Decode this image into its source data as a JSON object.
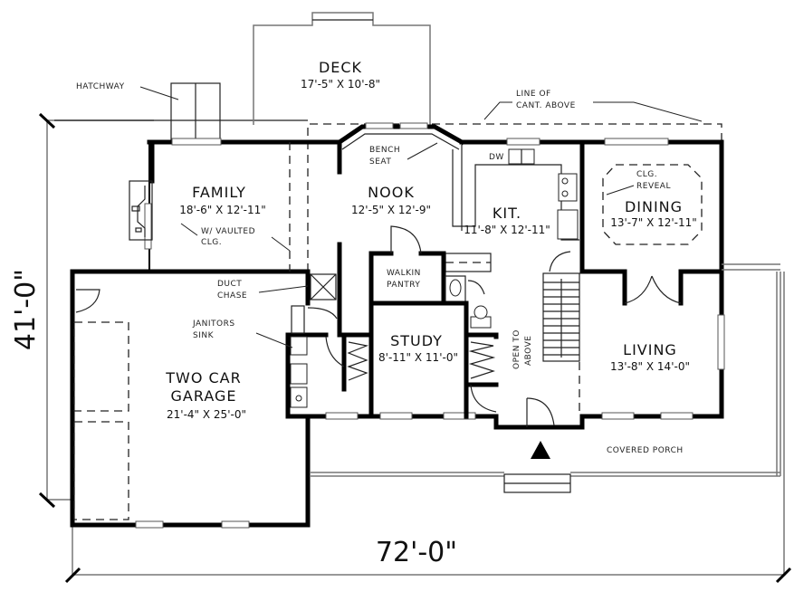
{
  "plan": {
    "overall_width": "72'-0\"",
    "overall_depth": "41'-0\"",
    "rooms": {
      "deck": {
        "name": "DECK",
        "size": "17'-5\" X 10'-8\""
      },
      "family": {
        "name": "FAMILY",
        "size": "18'-6\" X 12'-11\""
      },
      "nook": {
        "name": "NOOK",
        "size": "12'-5\" X 12'-9\""
      },
      "kitchen": {
        "name": "KIT.",
        "size": "11'-8\" X 12'-11\""
      },
      "dining": {
        "name": "DINING",
        "size": "13'-7\" X 12'-11\""
      },
      "study": {
        "name": "STUDY",
        "size": "8'-11\" X 11'-0\""
      },
      "living": {
        "name": "LIVING",
        "size": "13'-8\" X 14'-0\""
      },
      "garage": {
        "name_line1": "TWO CAR",
        "name_line2": "GARAGE",
        "size": "21'-4\" X 25'-0\""
      },
      "pantry": {
        "name_line1": "WALKIN",
        "name_line2": "PANTRY"
      },
      "porch": {
        "name": "COVERED PORCH"
      }
    },
    "notes": {
      "hatchway": "HATCHWAY",
      "line_of_cant_1": "LINE OF",
      "line_of_cant_2": "CANT. ABOVE",
      "bench_seat_1": "BENCH",
      "bench_seat_2": "SEAT",
      "dw": "DW",
      "clg_reveal_1": "CLG.",
      "clg_reveal_2": "REVEAL",
      "vaulted_1": "W/ VAULTED",
      "vaulted_2": "CLG.",
      "duct_chase_1": "DUCT",
      "duct_chase_2": "CHASE",
      "janitors_sink_1": "JANITORS",
      "janitors_sink_2": "SINK",
      "open_to_above_1": "OPEN TO",
      "open_to_above_2": "ABOVE"
    }
  }
}
